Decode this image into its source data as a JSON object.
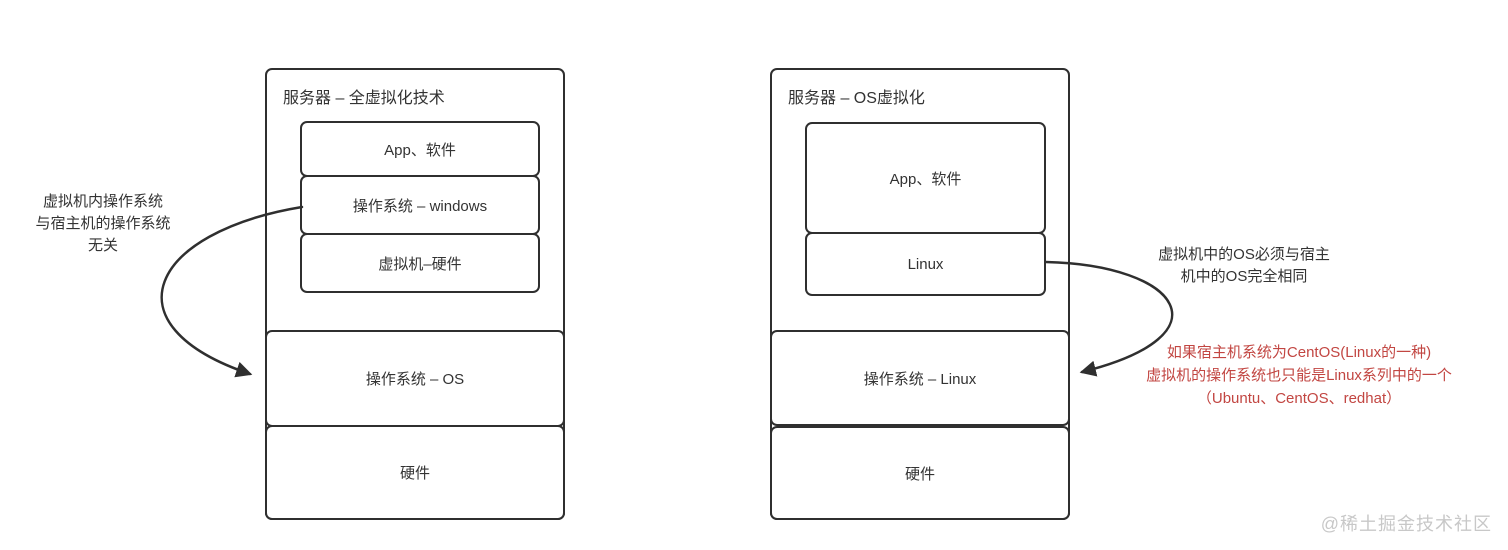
{
  "colors": {
    "stroke": "#2f2f2f",
    "warning_red": "#c24642",
    "watermark_gray": "#c8c8c8"
  },
  "left_diagram": {
    "title": "服务器 – 全虚拟化技术",
    "vm_layers": [
      "App、软件",
      "操作系统 – windows",
      "虚拟机–硬件"
    ],
    "host_layers": [
      "操作系统 – OS",
      "硬件"
    ],
    "annotation": {
      "lines": [
        "虚拟机内操作系统",
        "与宿主机的操作系统",
        "无关"
      ]
    }
  },
  "right_diagram": {
    "title": "服务器 – OS虚拟化",
    "vm_layers": [
      "App、软件",
      "Linux"
    ],
    "host_layers": [
      "操作系统 – Linux",
      "硬件"
    ],
    "annotation": {
      "lines": [
        "虚拟机中的OS必须与宿主",
        "机中的OS完全相同"
      ]
    },
    "warning": {
      "lines": [
        "如果宿主机系统为CentOS(Linux的一种)",
        "虚拟机的操作系统也只能是Linux系列中的一个",
        "（Ubuntu、CentOS、redhat）"
      ]
    }
  },
  "watermark": "@稀土掘金技术社区"
}
